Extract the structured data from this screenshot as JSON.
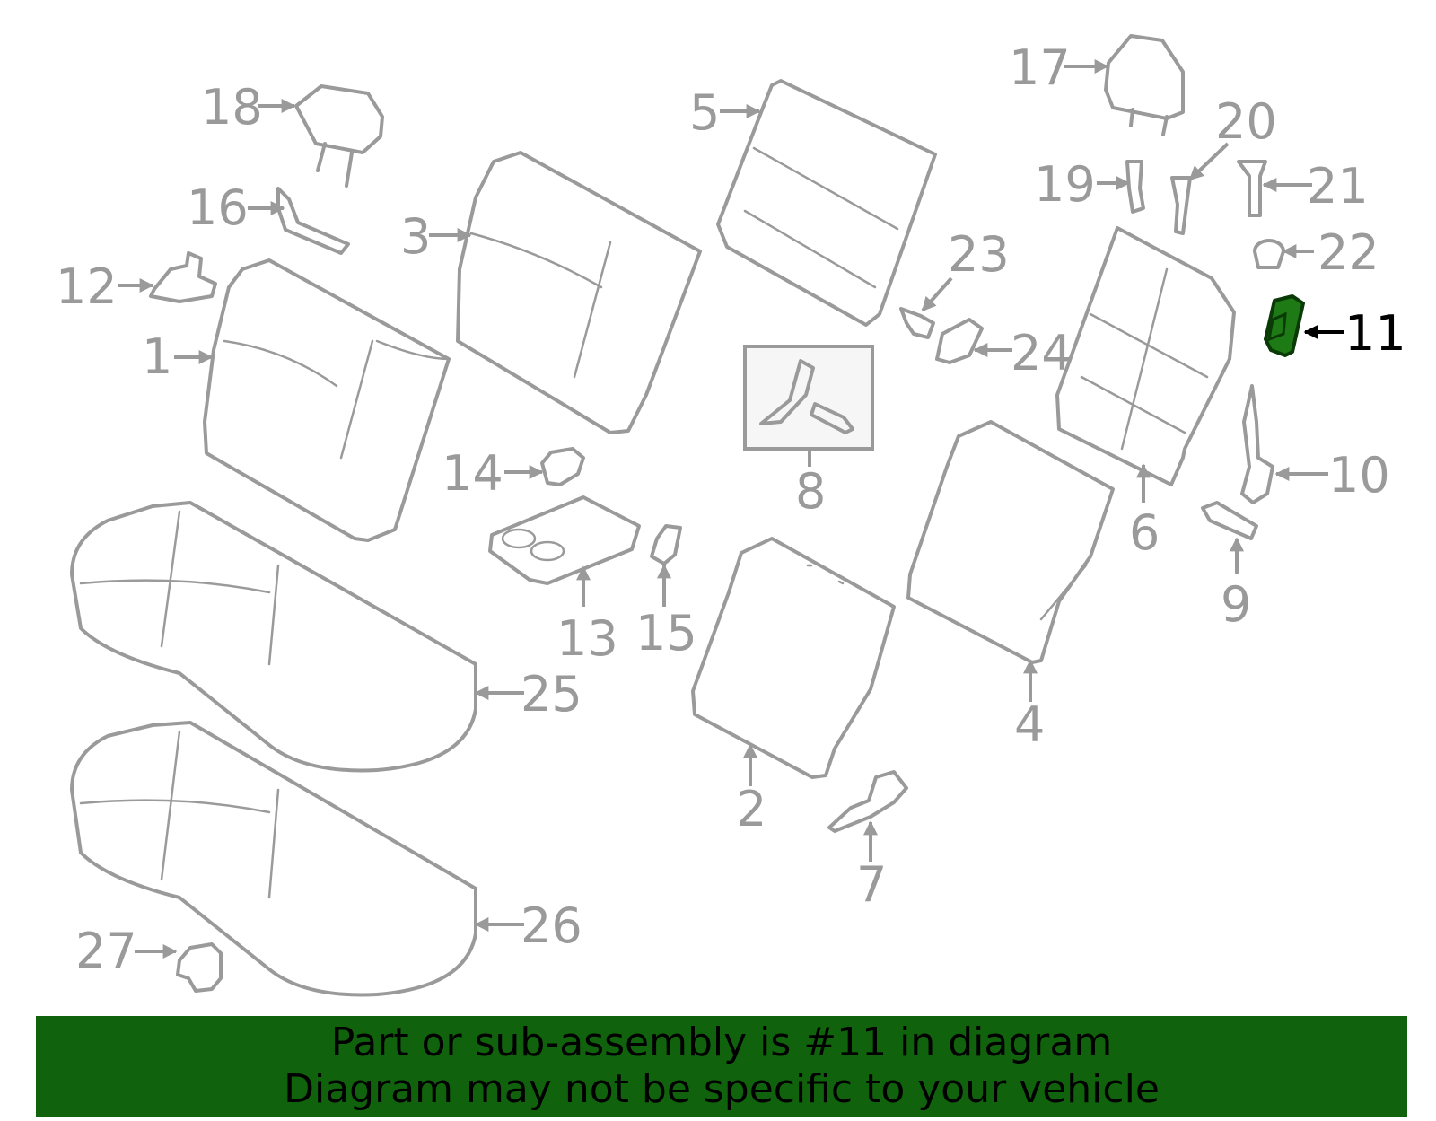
{
  "colors": {
    "part_stroke": "#9a9a9a",
    "highlight_fill": "#1e7a14",
    "highlight_stroke": "#0a3a06",
    "banner_bg": "#11620c",
    "banner_text": "#000000"
  },
  "highlighted_part": "11",
  "callouts": {
    "p1": "1",
    "p2": "2",
    "p3": "3",
    "p4": "4",
    "p5": "5",
    "p6": "6",
    "p7": "7",
    "p8": "8",
    "p9": "9",
    "p10": "10",
    "p11": "11",
    "p12": "12",
    "p13": "13",
    "p14": "14",
    "p15": "15",
    "p16": "16",
    "p17": "17",
    "p18": "18",
    "p19": "19",
    "p20": "20",
    "p21": "21",
    "p22": "22",
    "p23": "23",
    "p24": "24",
    "p25": "25",
    "p26": "26",
    "p27": "27"
  },
  "banner": {
    "line1": "Part or sub-assembly is #11 in diagram",
    "line2": "Diagram may not be specific to your vehicle"
  }
}
